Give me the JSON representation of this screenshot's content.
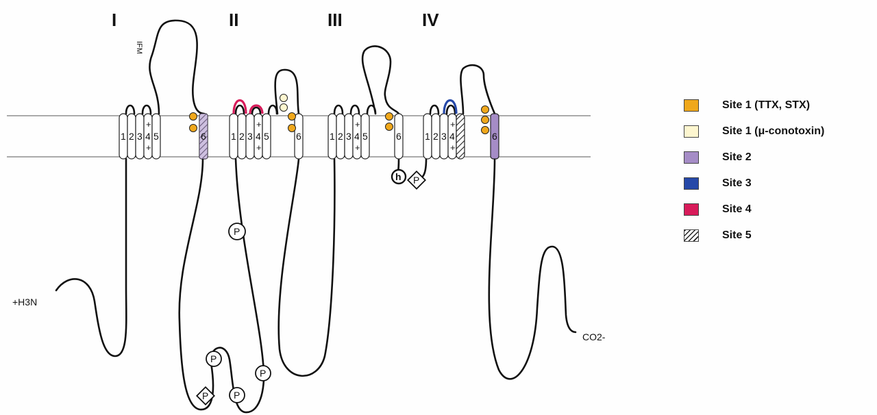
{
  "domains": {
    "d1": "I",
    "d2": "II",
    "d3": "III",
    "d4": "IV"
  },
  "segments": [
    "1",
    "2",
    "3",
    "4",
    "5",
    "6"
  ],
  "charge_plus": "+",
  "labels": {
    "n_terminus": "+H3N",
    "c_terminus": "CO2-",
    "phosphorylation": "P",
    "inactivation_gate": "h",
    "ifm_motif": "IFM"
  },
  "colors": {
    "site1_ttx_stx": "#f0a81c",
    "site1_conotoxin": "#fdf6cf",
    "site2": "#a58cc6",
    "site3": "#2548a8",
    "site4": "#d81b5a",
    "membrane_tint": "#c8b7d8"
  },
  "legend": [
    {
      "id": "site1-ttx-stx",
      "label": "Site 1 (TTX, STX)",
      "color": "#f0a81c"
    },
    {
      "id": "site1-conotoxin",
      "label": "Site 1 (μ-conotoxin)",
      "color": "#fdf6cf"
    },
    {
      "id": "site2",
      "label": "Site 2",
      "color": "#a58cc6"
    },
    {
      "id": "site3",
      "label": "Site 3",
      "color": "#2548a8"
    },
    {
      "id": "site4",
      "label": "Site 4",
      "color": "#d81b5a"
    },
    {
      "id": "site5",
      "label": "Site 5",
      "pattern": "hatched"
    }
  ]
}
